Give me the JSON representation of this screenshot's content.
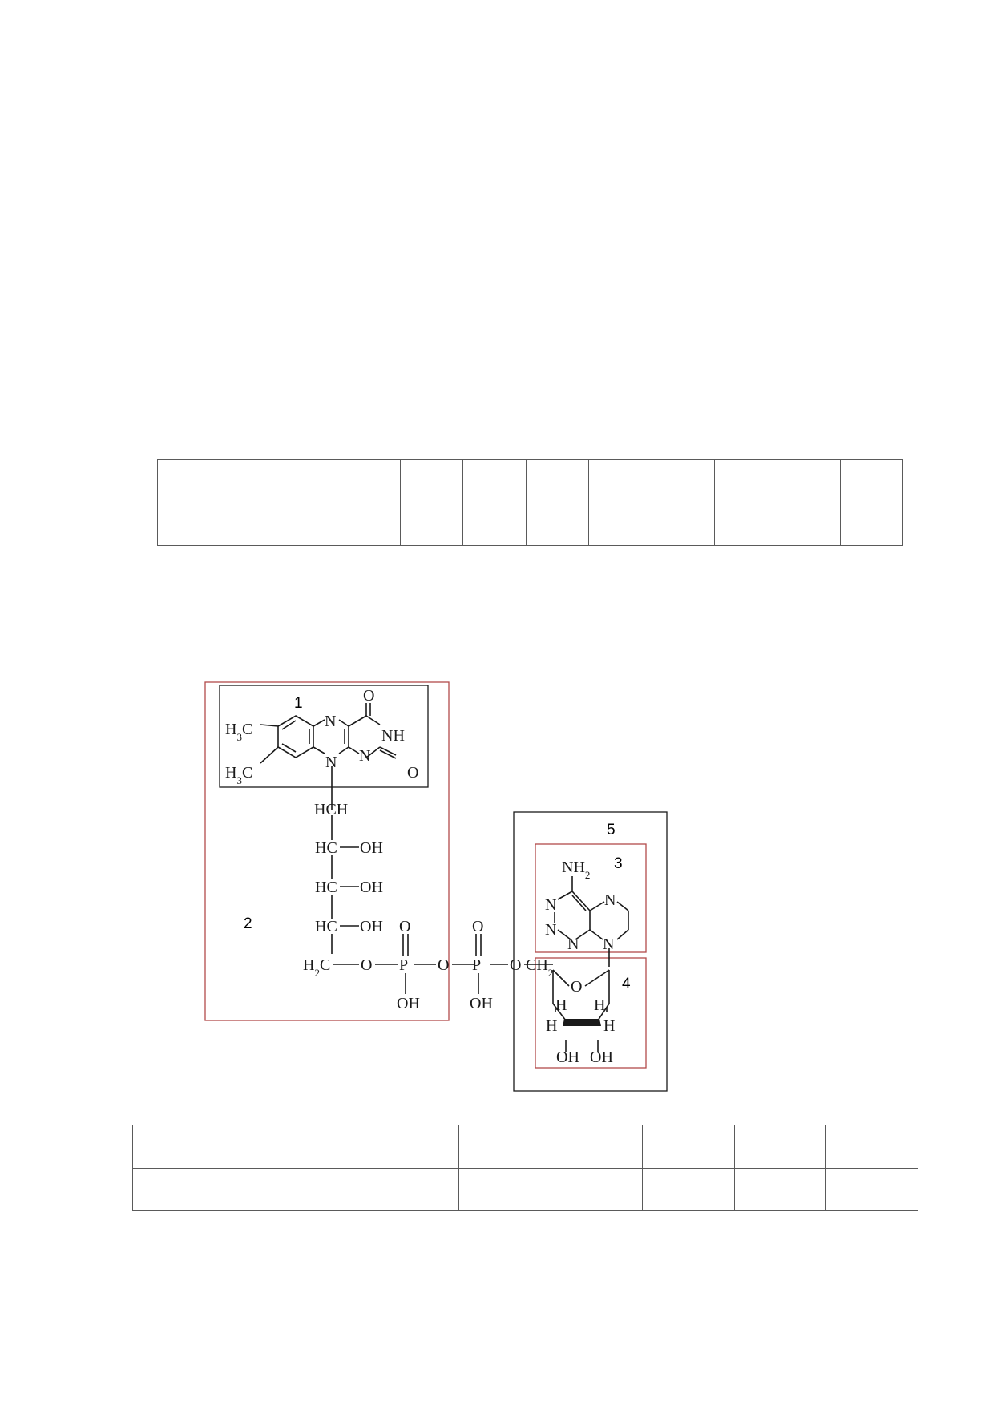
{
  "table_1": {
    "label_col": "",
    "cells": [
      "",
      "",
      "",
      "",
      "",
      "",
      "",
      ""
    ]
  },
  "structure": {
    "region_labels": [
      "1",
      "2",
      "3",
      "4",
      "5"
    ],
    "atoms": {
      "o": "O",
      "nh": "NH",
      "n": "N",
      "h3c_top": "H3C",
      "h3c_bot": "H3C",
      "hch": "HCH",
      "hc": "HC",
      "oh": "OH",
      "h2c_left": "H2C",
      "p": "P",
      "ch2": "CH2",
      "nh2": "NH2",
      "h": "H"
    }
  },
  "table_2": {
    "label_col": "",
    "cells": [
      "",
      "",
      "",
      "",
      ""
    ]
  }
}
